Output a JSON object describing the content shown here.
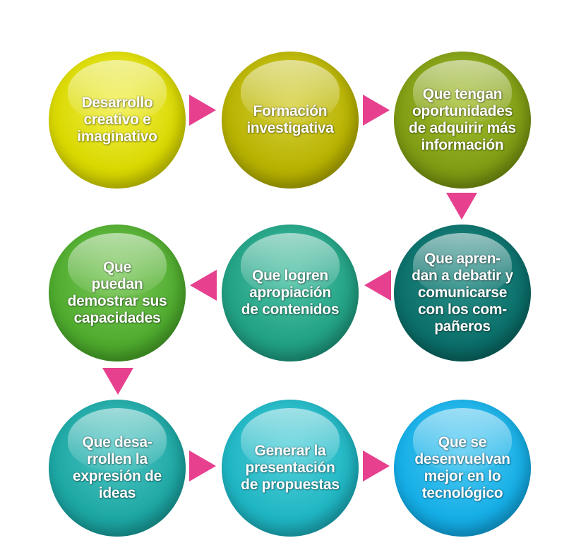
{
  "nodes": [
    {
      "text": "Desarrollo\ncreativo e\nimaginativo",
      "color": "#d9d800"
    },
    {
      "text": "Formación\ninvestigativa",
      "color": "#b7b200"
    },
    {
      "text": "Que tengan\noportunidades\nde adquirir más\ninformación",
      "color": "#7f9c14"
    },
    {
      "text": "Que\npuedan\ndemostrar sus\ncapacidades",
      "color": "#4fab2e"
    },
    {
      "text": "Que logren\napropiación\nde contenidos",
      "color": "#22a184"
    },
    {
      "text": "Que apren-\ndan a debatir y\ncomunicarse\ncon los com-\npañeros",
      "color": "#0b6f6a"
    },
    {
      "text": "Que desa-\nrrollen la\nexpresión de\nideas",
      "color": "#1da7a4"
    },
    {
      "text": "Generar la\npresentación\nde propuestas",
      "color": "#1fb5c2"
    },
    {
      "text": "Que se\ndesenvuelvan\nmejor en lo\ntecnológico",
      "color": "#15aee6"
    }
  ],
  "arrow_color": "#e6408e"
}
